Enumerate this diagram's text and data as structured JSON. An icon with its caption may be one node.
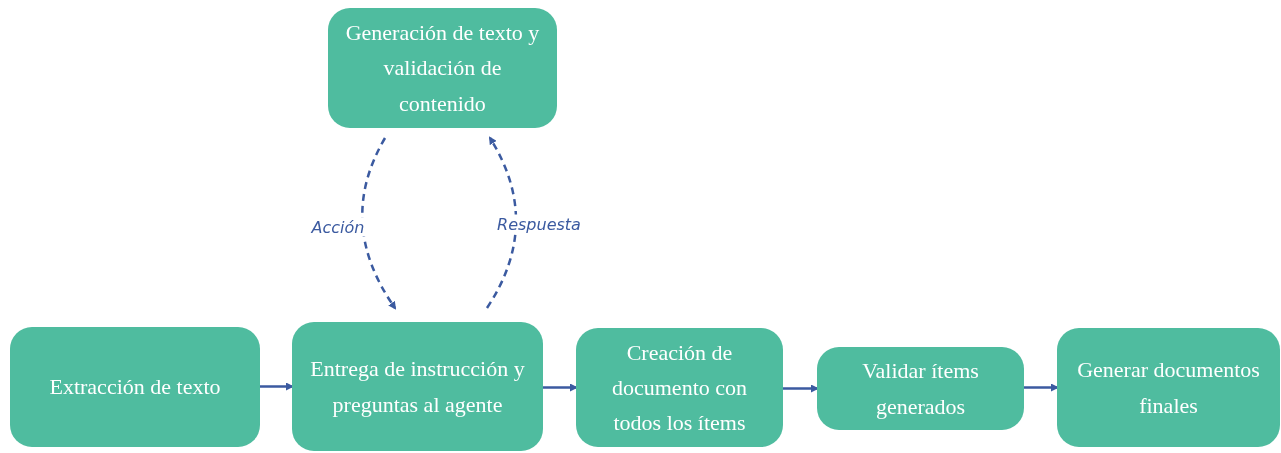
{
  "diagram": {
    "nodes": [
      {
        "text": [
          "Generación de texto y validación de contenido"
        ]
      },
      {
        "text": [
          "Extracción de texto"
        ]
      },
      {
        "text": [
          "Entrega de instrucción y preguntas al agente"
        ]
      },
      {
        "text": [
          "Creación de documento con todos los ítems"
        ]
      },
      {
        "text": [
          "Validar ítems generados"
        ]
      },
      {
        "text": [
          "Generar documentos finales"
        ]
      }
    ],
    "edges": [
      {
        "from": 0,
        "to": 2,
        "arrow": "to",
        "label": "Acción",
        "style": "dashed"
      },
      {
        "from": 2,
        "to": 0,
        "arrow": "to",
        "label": "Respuesta",
        "style": "dashed"
      },
      {
        "from": 1,
        "to": 2,
        "arrow": "to"
      },
      {
        "from": 2,
        "to": 3,
        "arrow": "to"
      },
      {
        "from": 3,
        "to": 4,
        "arrow": "to"
      },
      {
        "from": 4,
        "to": 5,
        "arrow": "to"
      }
    ]
  }
}
